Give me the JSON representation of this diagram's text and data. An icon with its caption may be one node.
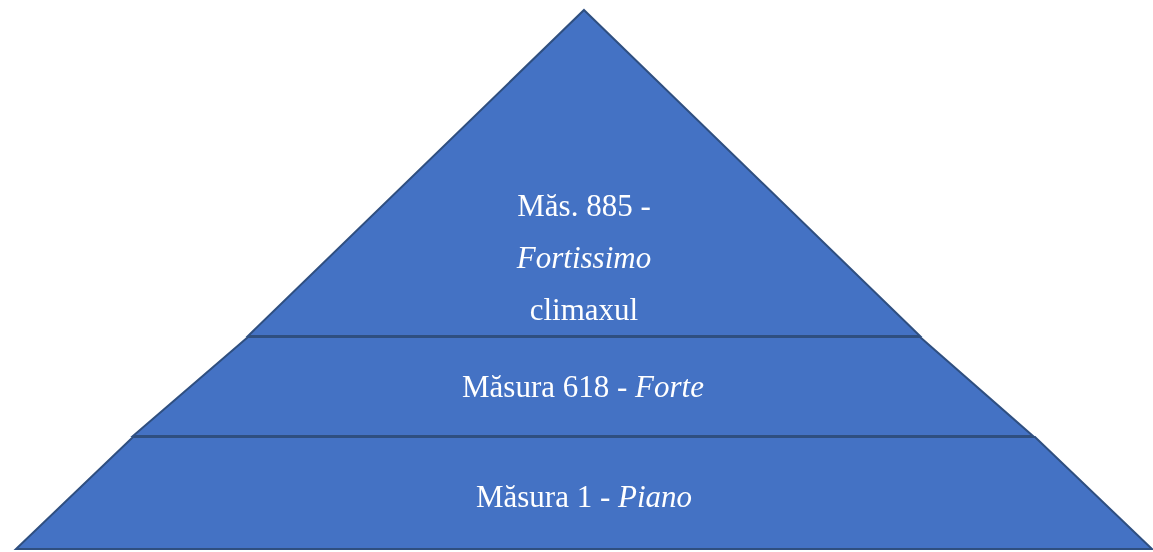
{
  "diagram": {
    "nodes": [
      {
        "text": [
          "Măs. 885 - *Fortissimo* climaxul"
        ]
      },
      {
        "text": [
          "Măsura 618 - *Forte*"
        ]
      },
      {
        "text": [
          "Măsura 1 - *Piano*"
        ]
      }
    ]
  }
}
